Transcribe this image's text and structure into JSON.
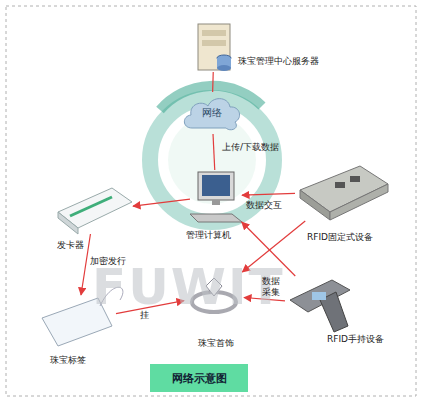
{
  "diagram": {
    "caption": "网络示意图",
    "nodes": [
      {
        "text": [
          "珠宝管理中心服务器"
        ]
      },
      {
        "text": [
          "网络"
        ]
      },
      {
        "text": [
          "管理计算机"
        ]
      },
      {
        "text": [
          "发卡器"
        ]
      },
      {
        "text": [
          "RFID固定式设备"
        ]
      },
      {
        "text": [
          "珠宝标签"
        ]
      },
      {
        "text": [
          "珠宝首饰"
        ]
      },
      {
        "text": [
          "RFID手持设备"
        ]
      }
    ],
    "edges": [
      {
        "from": 0,
        "to": 1,
        "arrow": "none"
      },
      {
        "from": 1,
        "to": 2,
        "label": "上传/下载数据",
        "arrow": "none"
      },
      {
        "from": 2,
        "to": 3,
        "arrow": "to"
      },
      {
        "from": 4,
        "to": 2,
        "label": "数据交互",
        "arrow": "to"
      },
      {
        "from": 7,
        "to": 2,
        "label": "数据采集",
        "arrow": "to"
      },
      {
        "from": 4,
        "to": 6,
        "arrow": "to"
      },
      {
        "from": 7,
        "to": 6,
        "arrow": "to"
      },
      {
        "from": 3,
        "to": 5,
        "label": "加密发行",
        "arrow": "to"
      },
      {
        "from": 5,
        "to": 6,
        "label": "挂",
        "arrow": "to"
      }
    ],
    "labels": [
      "FUWIT"
    ]
  }
}
